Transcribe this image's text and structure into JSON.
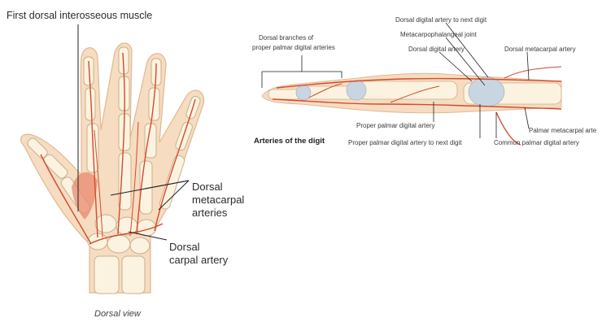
{
  "left_figure": {
    "labels": {
      "first_dorsal_interosseous": "First dorsal interosseous muscle",
      "dorsal_metacarpal_1": "Dorsal",
      "dorsal_metacarpal_2": "metacarpal",
      "dorsal_metacarpal_3": "arteries",
      "dorsal_carpal_1": "Dorsal",
      "dorsal_carpal_2": "carpal artery"
    },
    "caption": "Dorsal view"
  },
  "right_figure": {
    "title": "Arteries of the digit",
    "labels": {
      "dorsal_branches_1": "Dorsal branches of",
      "dorsal_branches_2": "proper palmar digital arteries",
      "dorsal_digital_next": "Dorsal digital artery to next digit",
      "mcp_joint": "Metacarpophalangeal joint",
      "dorsal_digital": "Dorsal digital artery",
      "dorsal_metacarpal": "Dorsal metacarpal artery",
      "proper_palmar": "Proper palmar digital artery",
      "proper_palmar_next": "Proper palmar digital artery to next digit",
      "common_palmar": "Common palmar digital artery",
      "palmar_metacarpal": "Palmar metacarpal arte"
    }
  },
  "colors": {
    "skin": "#f6dcc0",
    "bone": "#fbf3df",
    "artery": "#d44a2e",
    "muscle": "#e98a6e",
    "ligament": "#c9d6e2",
    "leader": "#222222"
  }
}
